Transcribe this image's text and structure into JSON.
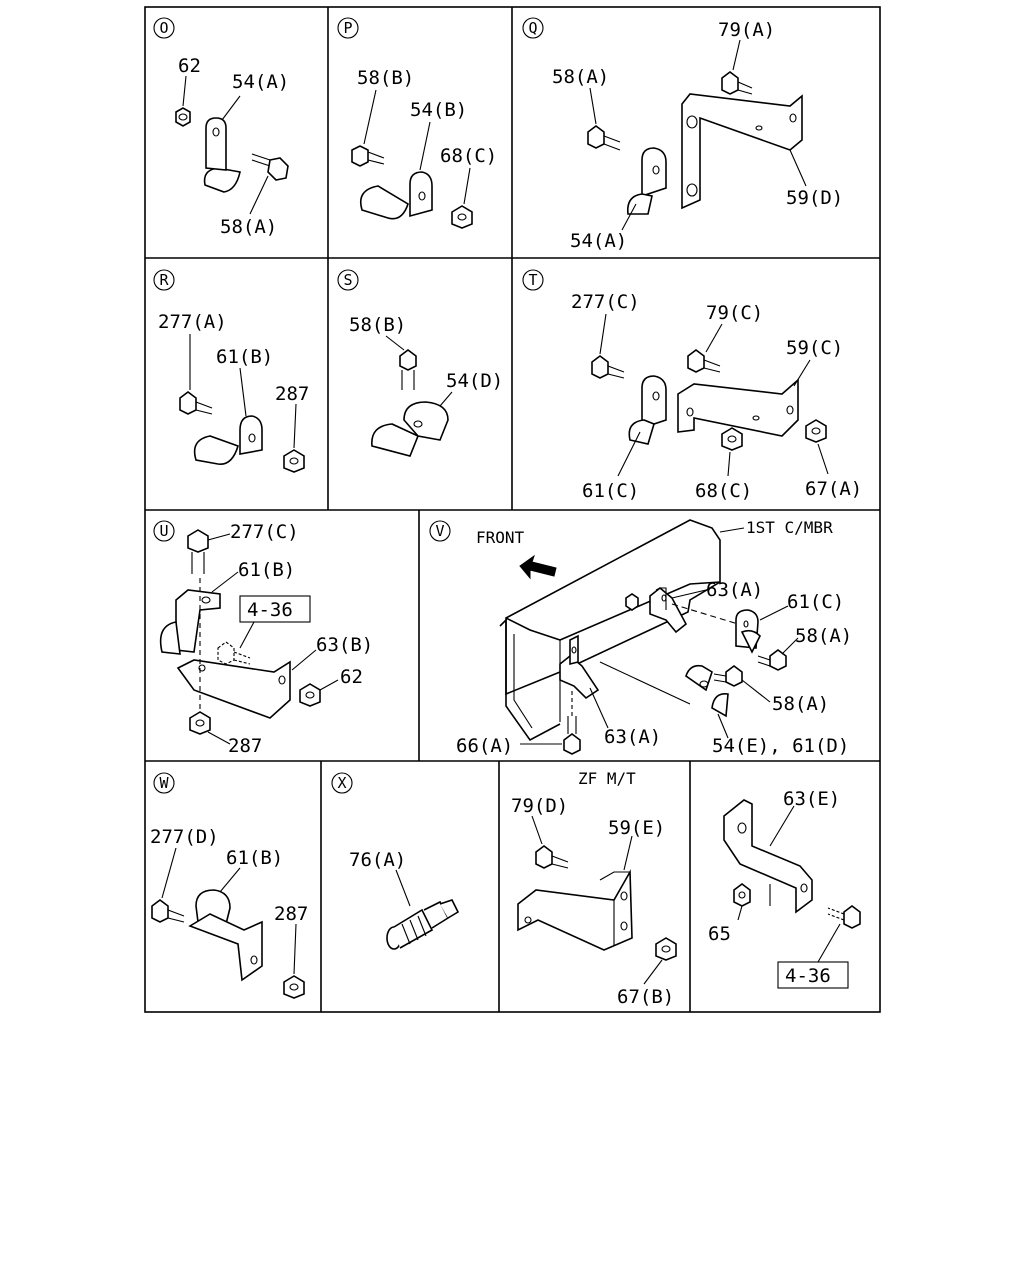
{
  "colors": {
    "ink": "#000000",
    "paper": "#ffffff"
  },
  "panels": {
    "O": {
      "id": "O",
      "labels": [
        "62",
        "54(A)",
        "58(A)"
      ]
    },
    "P": {
      "id": "P",
      "labels": [
        "58(B)",
        "54(B)",
        "68(C)"
      ]
    },
    "Q": {
      "id": "Q",
      "labels": [
        "79(A)",
        "58(A)",
        "59(D)",
        "54(A)"
      ]
    },
    "R": {
      "id": "R",
      "labels": [
        "277(A)",
        "61(B)",
        "287"
      ]
    },
    "S": {
      "id": "S",
      "labels": [
        "58(B)",
        "54(D)"
      ]
    },
    "T": {
      "id": "T",
      "labels": [
        "277(C)",
        "79(C)",
        "59(C)",
        "61(C)",
        "68(C)",
        "67(A)"
      ]
    },
    "U": {
      "id": "U",
      "labels": [
        "277(C)",
        "61(B)",
        "4-36",
        "63(B)",
        "62",
        "287"
      ]
    },
    "V": {
      "id": "V",
      "front": "FRONT",
      "member": "1ST C/MBR",
      "labels": [
        "63(A)",
        "61(C)",
        "58(A)",
        "58(A)",
        "66(A)",
        "63(A)",
        "54(E), 61(D)"
      ]
    },
    "W": {
      "id": "W",
      "labels": [
        "277(D)",
        "61(B)",
        "287"
      ]
    },
    "X": {
      "id": "X",
      "labels": [
        "76(A)"
      ]
    },
    "Y": {
      "note": "ZF M/T",
      "labels": [
        "79(D)",
        "59(E)",
        "67(B)"
      ]
    },
    "Z": {
      "labels": [
        "63(E)",
        "65",
        "4-36"
      ]
    }
  }
}
